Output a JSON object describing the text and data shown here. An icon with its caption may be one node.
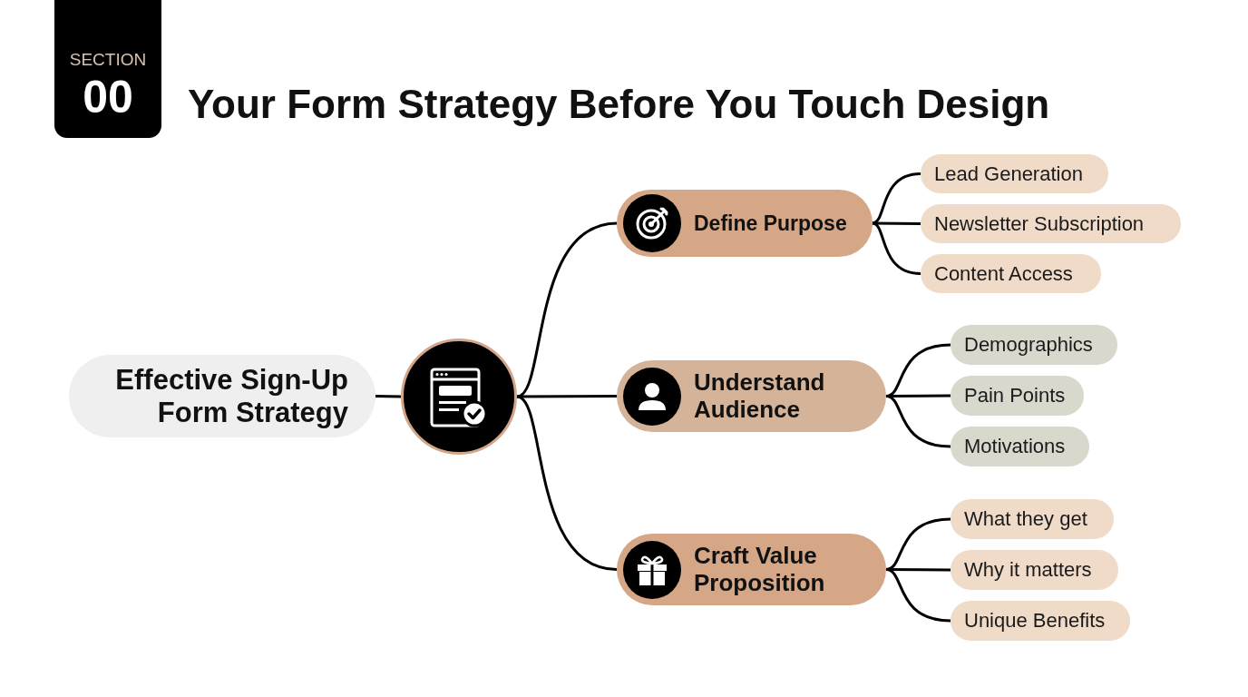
{
  "diagram": {
    "title": "Your Form Strategy Before You Touch Design",
    "nodes": [
      {
        "text": [
          "Effective Sign-Up Form Strategy"
        ]
      },
      {
        "text": [],
        "shape": "circle"
      },
      {
        "text": [
          "Define Purpose"
        ]
      },
      {
        "text": [
          "Understand Audience"
        ]
      },
      {
        "text": [
          "Craft Value Proposition"
        ]
      },
      {
        "text": [
          "Lead Generation"
        ]
      },
      {
        "text": [
          "Newsletter Subscription"
        ]
      },
      {
        "text": [
          "Content Access"
        ]
      },
      {
        "text": [
          "Demographics"
        ]
      },
      {
        "text": [
          "Pain Points"
        ]
      },
      {
        "text": [
          "Motivations"
        ]
      },
      {
        "text": [
          "What they get"
        ]
      },
      {
        "text": [
          "Why it matters"
        ]
      },
      {
        "text": [
          "Unique Benefits"
        ]
      }
    ],
    "edges": [
      {
        "from": 0,
        "to": 1,
        "arrow": "none"
      },
      {
        "from": 1,
        "to": 2,
        "arrow": "none"
      },
      {
        "from": 1,
        "to": 3,
        "arrow": "none"
      },
      {
        "from": 1,
        "to": 4,
        "arrow": "none"
      },
      {
        "from": 2,
        "to": 5,
        "arrow": "none"
      },
      {
        "from": 2,
        "to": 6,
        "arrow": "none"
      },
      {
        "from": 2,
        "to": 7,
        "arrow": "none"
      },
      {
        "from": 3,
        "to": 8,
        "arrow": "none"
      },
      {
        "from": 3,
        "to": 9,
        "arrow": "none"
      },
      {
        "from": 3,
        "to": 10,
        "arrow": "none"
      },
      {
        "from": 4,
        "to": 11,
        "arrow": "none"
      },
      {
        "from": 4,
        "to": 12,
        "arrow": "none"
      },
      {
        "from": 4,
        "to": 13,
        "arrow": "none"
      }
    ],
    "labels": [
      "SECTION",
      "00"
    ]
  }
}
